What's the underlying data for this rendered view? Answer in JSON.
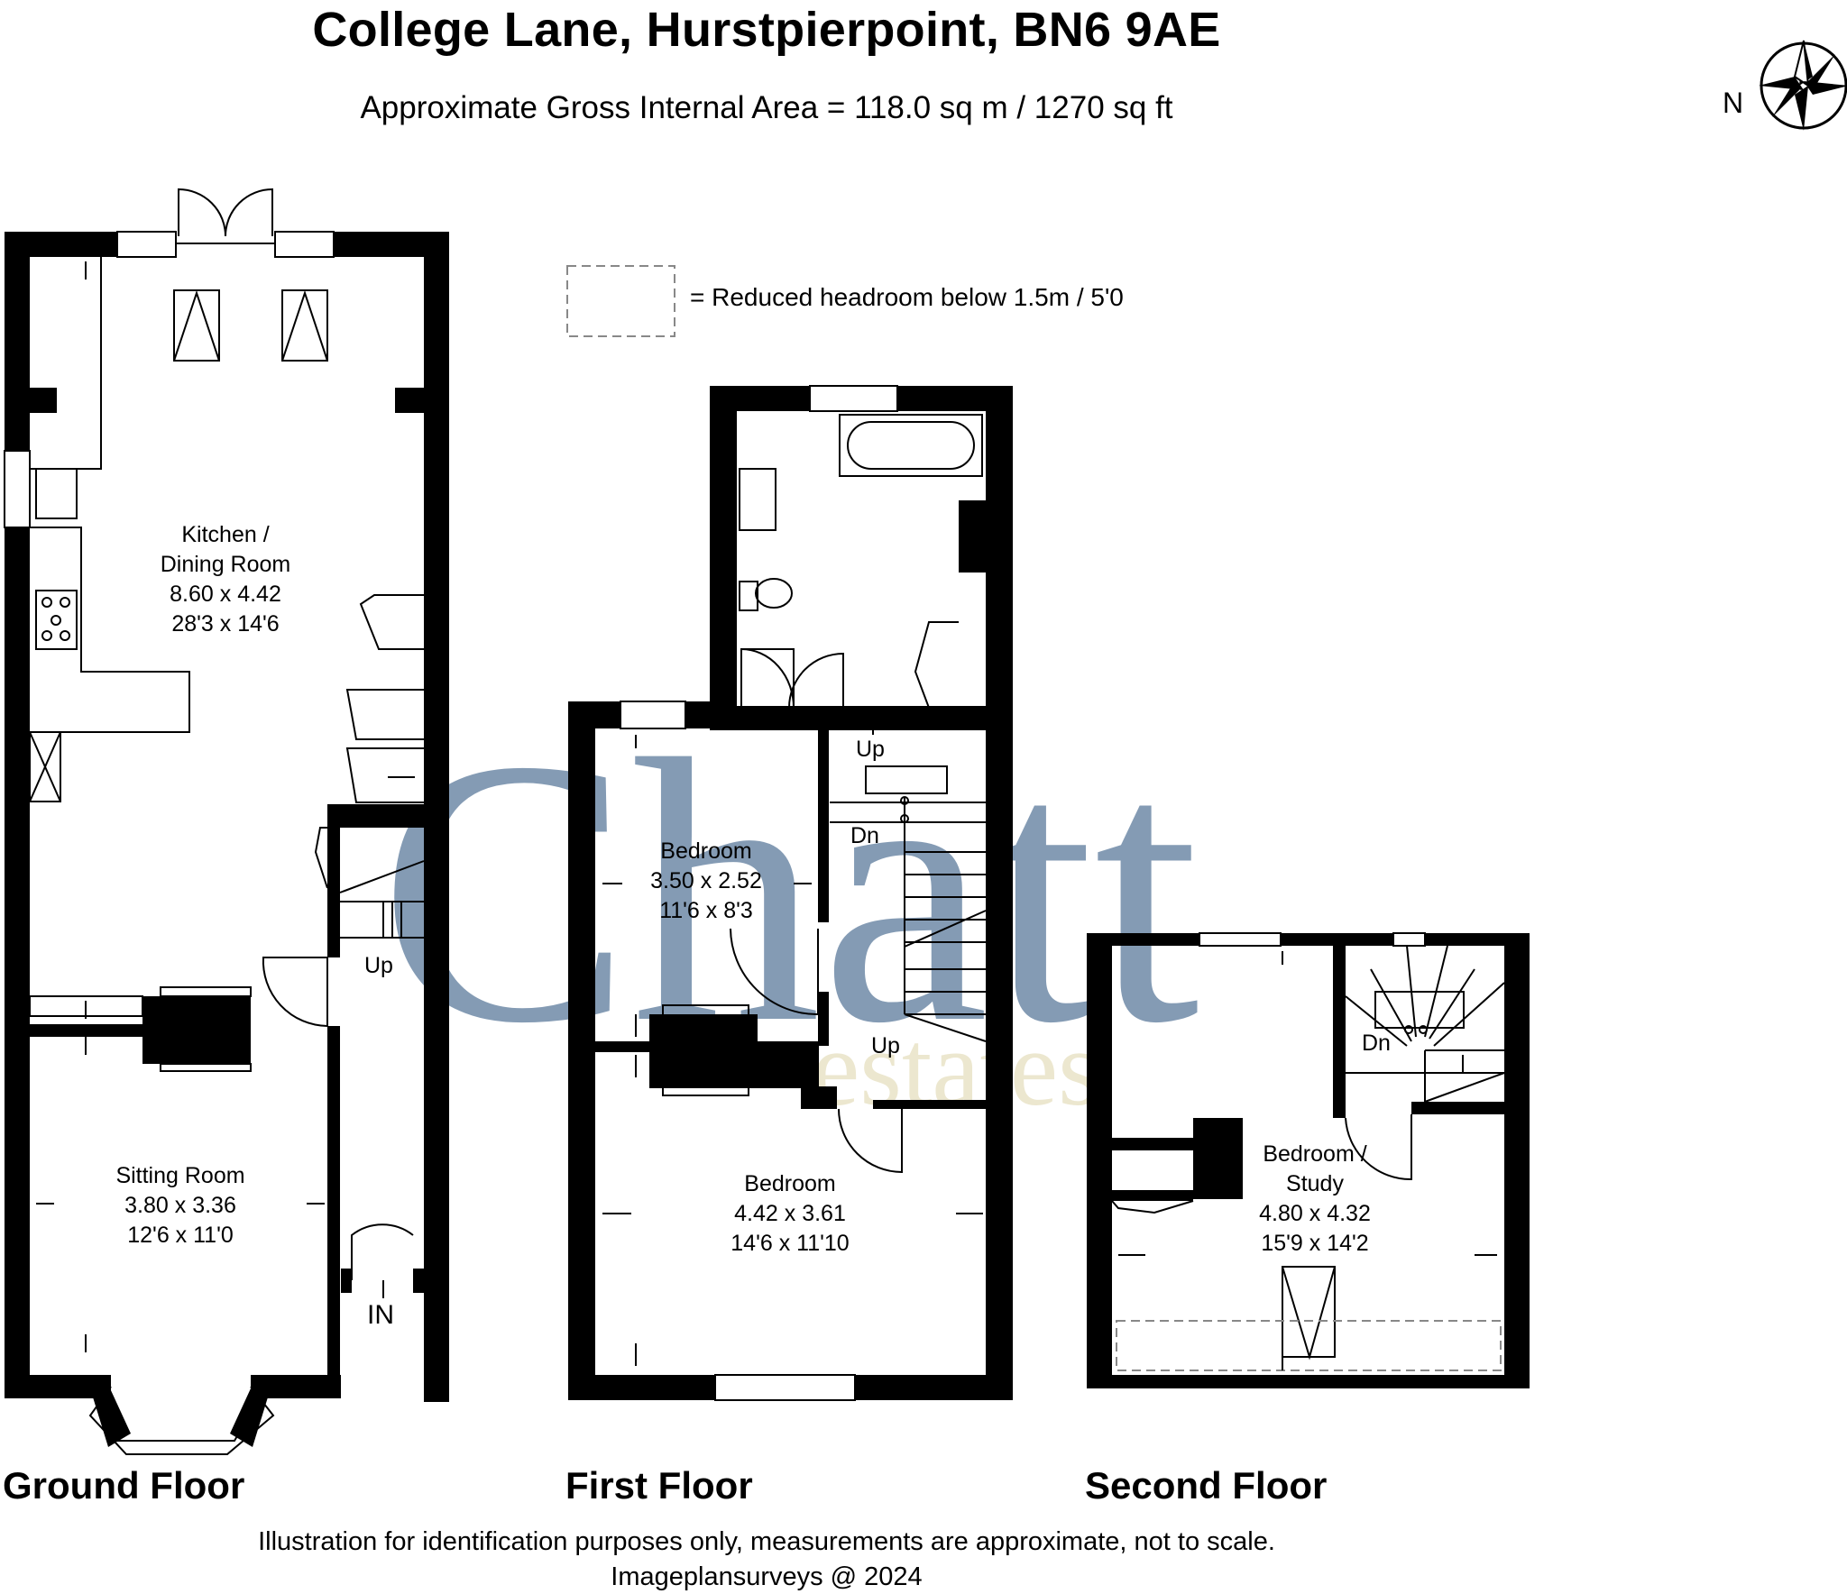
{
  "header": {
    "title": "College Lane, Hurstpierpoint, BN6 9AE",
    "subtitle": "Approximate Gross Internal Area = 118.0 sq m / 1270 sq ft",
    "north_label": "N"
  },
  "legend": {
    "text": "= Reduced headroom below 1.5m / 5'0"
  },
  "watermark": {
    "main": "Chatt",
    "sub": "estates",
    "color": "#6f8aa8",
    "sub_color": "#ece7cf"
  },
  "floors": {
    "ground": {
      "title": "Ground Floor",
      "kitchen": {
        "name1": "Kitchen /",
        "name2": "Dining Room",
        "metric": "8.60 x 4.42",
        "imperial": "28'3 x 14'6"
      },
      "sitting": {
        "name": "Sitting Room",
        "metric": "3.80 x 3.36",
        "imperial": "12'6 x 11'0"
      },
      "up_label": "Up",
      "in_label": "IN"
    },
    "first": {
      "title": "First Floor",
      "bedroom_small": {
        "name": "Bedroom",
        "metric": "3.50 x 2.52",
        "imperial": "11'6 x 8'3"
      },
      "bedroom_large": {
        "name": "Bedroom",
        "metric": "4.42 x 3.61",
        "imperial": "14'6 x 11'10"
      },
      "up_top": "Up",
      "dn": "Dn",
      "up_bottom": "Up"
    },
    "second": {
      "title": "Second Floor",
      "bedroom_study": {
        "name1": "Bedroom /",
        "name2": "Study",
        "metric": "4.80 x 4.32",
        "imperial": "15'9 x 14'2"
      },
      "dn": "Dn"
    }
  },
  "footer": {
    "line1": "Illustration for identification purposes only, measurements are approximate, not to scale.",
    "line2": "Imageplansurveys @ 2024"
  }
}
